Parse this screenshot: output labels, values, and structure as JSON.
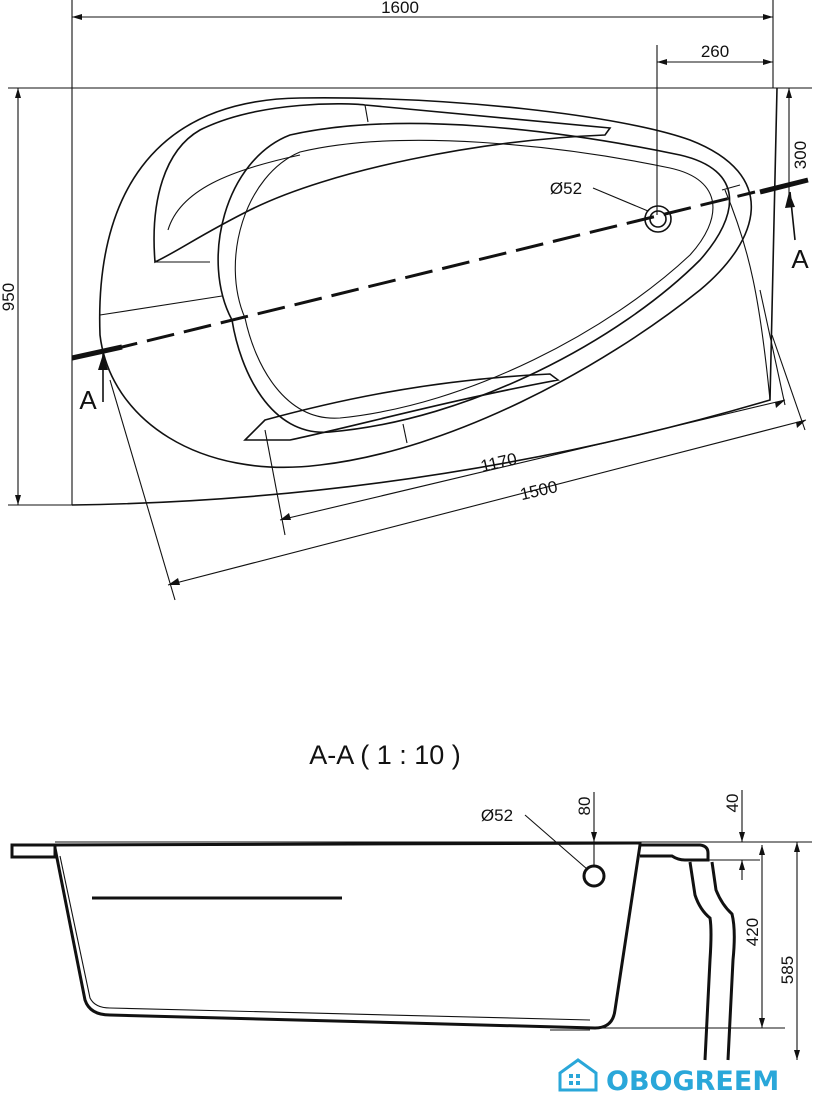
{
  "plan_view": {
    "overall_length": "1600",
    "overall_width": "950",
    "drain_offset_x": "260",
    "drain_offset_y": "300",
    "drain_diameter": "Ø52",
    "inner_length": "1170",
    "rim_length": "1500",
    "section_mark_left": "A",
    "section_mark_right": "A"
  },
  "section_view": {
    "title": "A-A  ( 1 : 10 )",
    "drain_diameter": "Ø52",
    "drain_height": "80",
    "rim_thickness": "40",
    "leg_height": "420",
    "total_height": "585"
  },
  "watermark": {
    "brand": "OBOGREEM",
    "color": "#2aa7d9"
  }
}
